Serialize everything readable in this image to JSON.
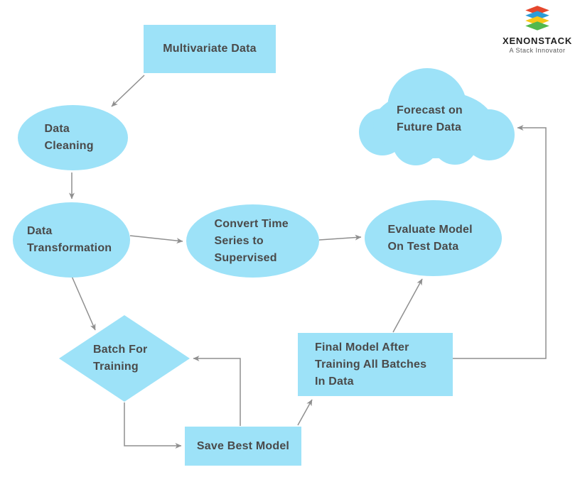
{
  "diagram": {
    "colors": {
      "node_fill": "#9de2f8",
      "node_text": "#4a4a4a",
      "arrow": "#8f8f8f",
      "background": "#ffffff"
    },
    "nodes": {
      "multivariate_data": {
        "shape": "rectangle",
        "label": "Multivariate Data"
      },
      "data_cleaning": {
        "shape": "ellipse",
        "label": "Data Cleaning"
      },
      "data_transformation": {
        "shape": "ellipse",
        "label": "Data Transformation"
      },
      "convert_time_series": {
        "shape": "ellipse",
        "label": "Convert Time Series to Supervised"
      },
      "evaluate_model": {
        "shape": "ellipse",
        "label": "Evaluate Model On Test Data"
      },
      "forecast": {
        "shape": "cloud",
        "label": "Forecast on Future Data"
      },
      "batch_for_training": {
        "shape": "diamond",
        "label": "Batch For Training"
      },
      "final_model": {
        "shape": "rectangle",
        "label": "Final Model After Training All Batches In Data"
      },
      "save_best_model": {
        "shape": "rectangle",
        "label": "Save Best Model"
      }
    },
    "edges": [
      {
        "from": "multivariate_data",
        "to": "data_cleaning"
      },
      {
        "from": "data_cleaning",
        "to": "data_transformation"
      },
      {
        "from": "data_transformation",
        "to": "convert_time_series"
      },
      {
        "from": "convert_time_series",
        "to": "evaluate_model"
      },
      {
        "from": "data_transformation",
        "to": "batch_for_training"
      },
      {
        "from": "batch_for_training",
        "to": "save_best_model"
      },
      {
        "from": "save_best_model",
        "to": "batch_for_training"
      },
      {
        "from": "save_best_model",
        "to": "final_model"
      },
      {
        "from": "final_model",
        "to": "evaluate_model"
      },
      {
        "from": "final_model",
        "to": "forecast"
      }
    ]
  },
  "logo": {
    "brand": "XENONSTACK",
    "tagline": "A Stack Innovator",
    "layer_colors": [
      "#e5472d",
      "#2b9cd8",
      "#f7c617",
      "#52b84d"
    ]
  }
}
